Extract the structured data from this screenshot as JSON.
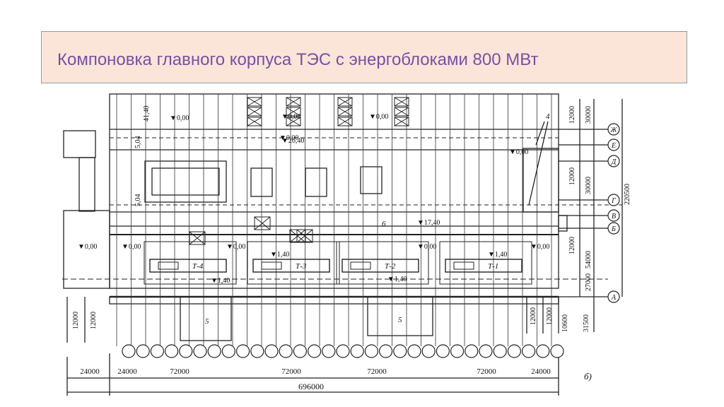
{
  "slide": {
    "title": "Компоновка главного корпуса ТЭС с энергоблоками 800 МВт"
  },
  "drawing": {
    "elevations": [
      "0,00",
      "0,00",
      "0,00",
      "0,00",
      "0,00",
      "0,00",
      "0,00",
      "0,00",
      "0,00",
      "0,00",
      "26,40",
      "17,40",
      "1,40",
      "1,40",
      "1,40",
      "1,40"
    ],
    "vertical_marks": [
      "41,40",
      "5,04",
      "5,04"
    ],
    "turbines": [
      "Т-4",
      "Т-3",
      "Т-2",
      "Т-1"
    ],
    "callouts": [
      "4",
      "6",
      "5",
      "5"
    ],
    "axes": [
      "Ж",
      "Е",
      "Д",
      "Г",
      "В",
      "Б",
      "А"
    ],
    "right_dims_inner": [
      "12000",
      "12000",
      "12000"
    ],
    "right_dims_outer": [
      "30000",
      "30000",
      "54000",
      "27000"
    ],
    "right_dims_total": "220500",
    "bottom_right_dims": [
      "12000",
      "12000",
      "10600",
      "31500"
    ],
    "left_dims": [
      "12000",
      "12000"
    ],
    "bottom_dims": [
      "24000",
      "24000",
      "72000",
      "72000",
      "72000",
      "72000",
      "24000"
    ],
    "overall_dim": "696000",
    "figure_label": "б)"
  }
}
